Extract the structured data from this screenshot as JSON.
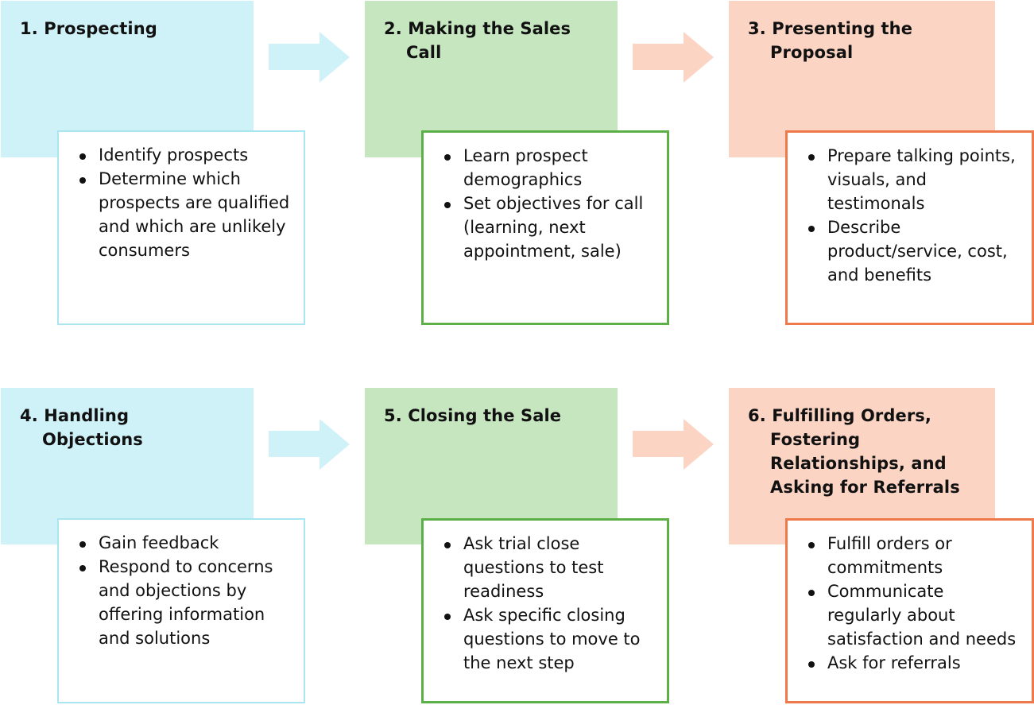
{
  "diagram": {
    "colors": {
      "blue_fill": "#cff1f8",
      "blue_border": "#a9e6f2",
      "green_fill": "#c6e6c0",
      "green_border": "#5db048",
      "salmon_fill": "#fbd4c3",
      "salmon_border": "#ee7a4b"
    },
    "stages": [
      {
        "title": "1. Prospecting",
        "color": "blue",
        "bullets": [
          "Identify prospects",
          "Determine which prospects are qualified and which are unlikely consumers"
        ]
      },
      {
        "title": "2. Making the Sales Call",
        "color": "green",
        "bullets": [
          "Learn prospect demographics",
          "Set objectives for call (learning, next appointment, sale)"
        ]
      },
      {
        "title": "3. Presenting the Proposal",
        "color": "salmon",
        "bullets": [
          "Prepare talking points, visuals, and testimonals",
          "Describe product/service, cost, and benefits"
        ]
      },
      {
        "title": "4. Handling Objections",
        "color": "blue",
        "bullets": [
          "Gain feedback",
          "Respond to concerns and objections by offering information and solutions"
        ]
      },
      {
        "title": "5. Closing the Sale",
        "color": "green",
        "bullets": [
          "Ask trial close questions to test readiness",
          "Ask specific closing questions to move to the next step"
        ]
      },
      {
        "title": "6. Fulfilling Orders, Fostering Relationships, and Asking for Referrals",
        "color": "salmon",
        "bullets": [
          "Fulfill orders or commitments",
          "Communicate regularly about satisfaction and needs",
          "Ask for referrals"
        ]
      }
    ],
    "arrows": [
      {
        "from": 1,
        "to": 2,
        "color": "blue"
      },
      {
        "from": 2,
        "to": 3,
        "color": "salmon"
      },
      {
        "from": 4,
        "to": 5,
        "color": "blue"
      },
      {
        "from": 5,
        "to": 6,
        "color": "salmon"
      }
    ]
  }
}
